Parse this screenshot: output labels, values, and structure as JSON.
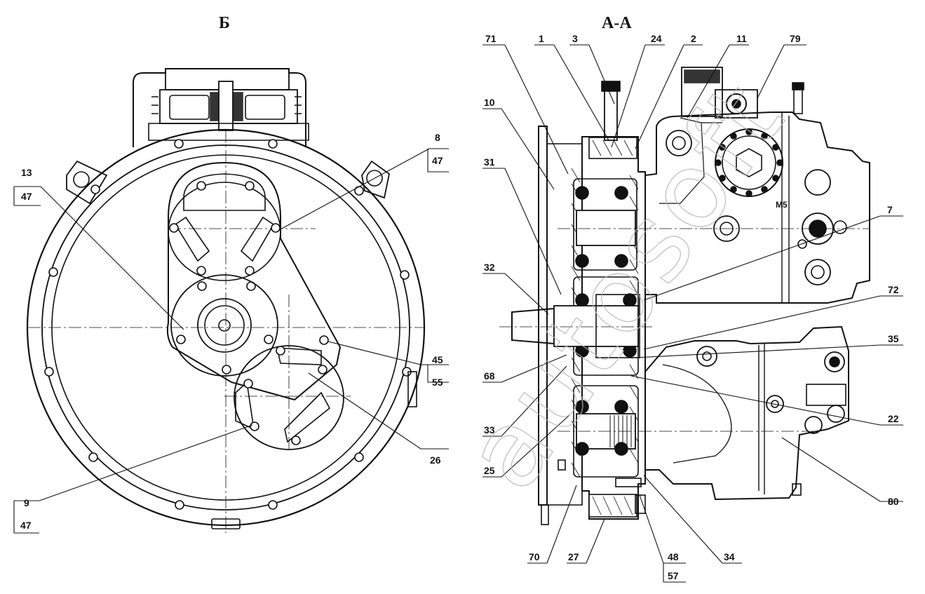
{
  "views": {
    "left_title": "Б",
    "right_title": "А-А"
  },
  "watermark": "autosoft",
  "labels": {
    "l13": "13",
    "l47a": "47",
    "l8": "8",
    "l47b": "47",
    "l45": "45",
    "l55": "55",
    "l26": "26",
    "l9": "9",
    "l47c": "47",
    "l71": "71",
    "l1": "1",
    "l3": "3",
    "l24": "24",
    "l2": "2",
    "l11": "11",
    "l79": "79",
    "l10": "10",
    "l31": "31",
    "l32": "32",
    "l7": "7",
    "l72": "72",
    "l35": "35",
    "l68": "68",
    "l22": "22",
    "l33": "33",
    "l25": "25",
    "l80": "80",
    "l70": "70",
    "l27": "27",
    "l48": "48",
    "l57": "57",
    "l34": "34",
    "mark_m5": "M5"
  }
}
